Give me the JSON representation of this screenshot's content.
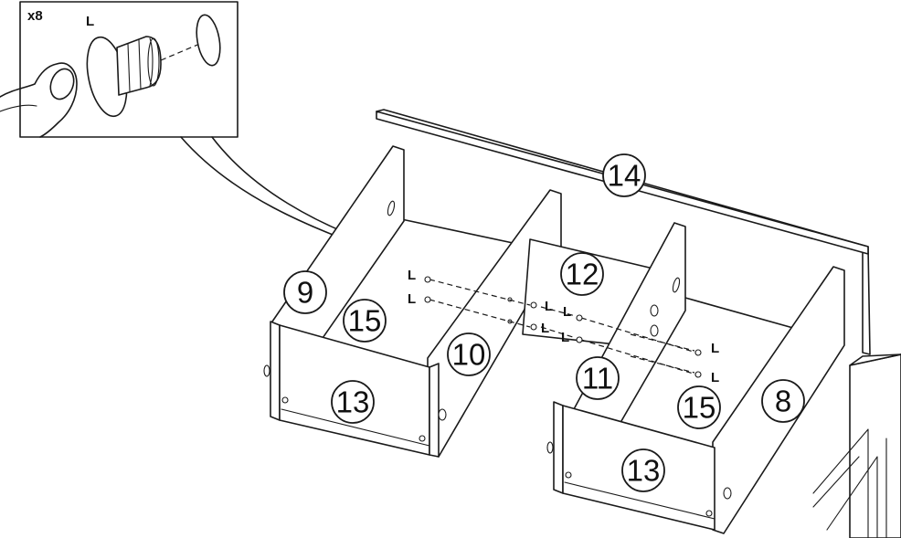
{
  "detail": {
    "quantity": "x8",
    "hardware_label": "L"
  },
  "parts": {
    "p14": "14",
    "p9": "9",
    "p15_left": "15",
    "p10": "10",
    "p12": "12",
    "p13_left": "13",
    "p11": "11",
    "p15_right": "15",
    "p8": "8",
    "p13_right": "13"
  },
  "hardware_callouts": {
    "l1": "L",
    "l2": "L",
    "l3": "L",
    "l4": "L",
    "l5": "L",
    "l6": "L",
    "l7": "L",
    "l8": "L"
  },
  "colors": {
    "line": "#1a1a1a",
    "background": "#ffffff"
  }
}
